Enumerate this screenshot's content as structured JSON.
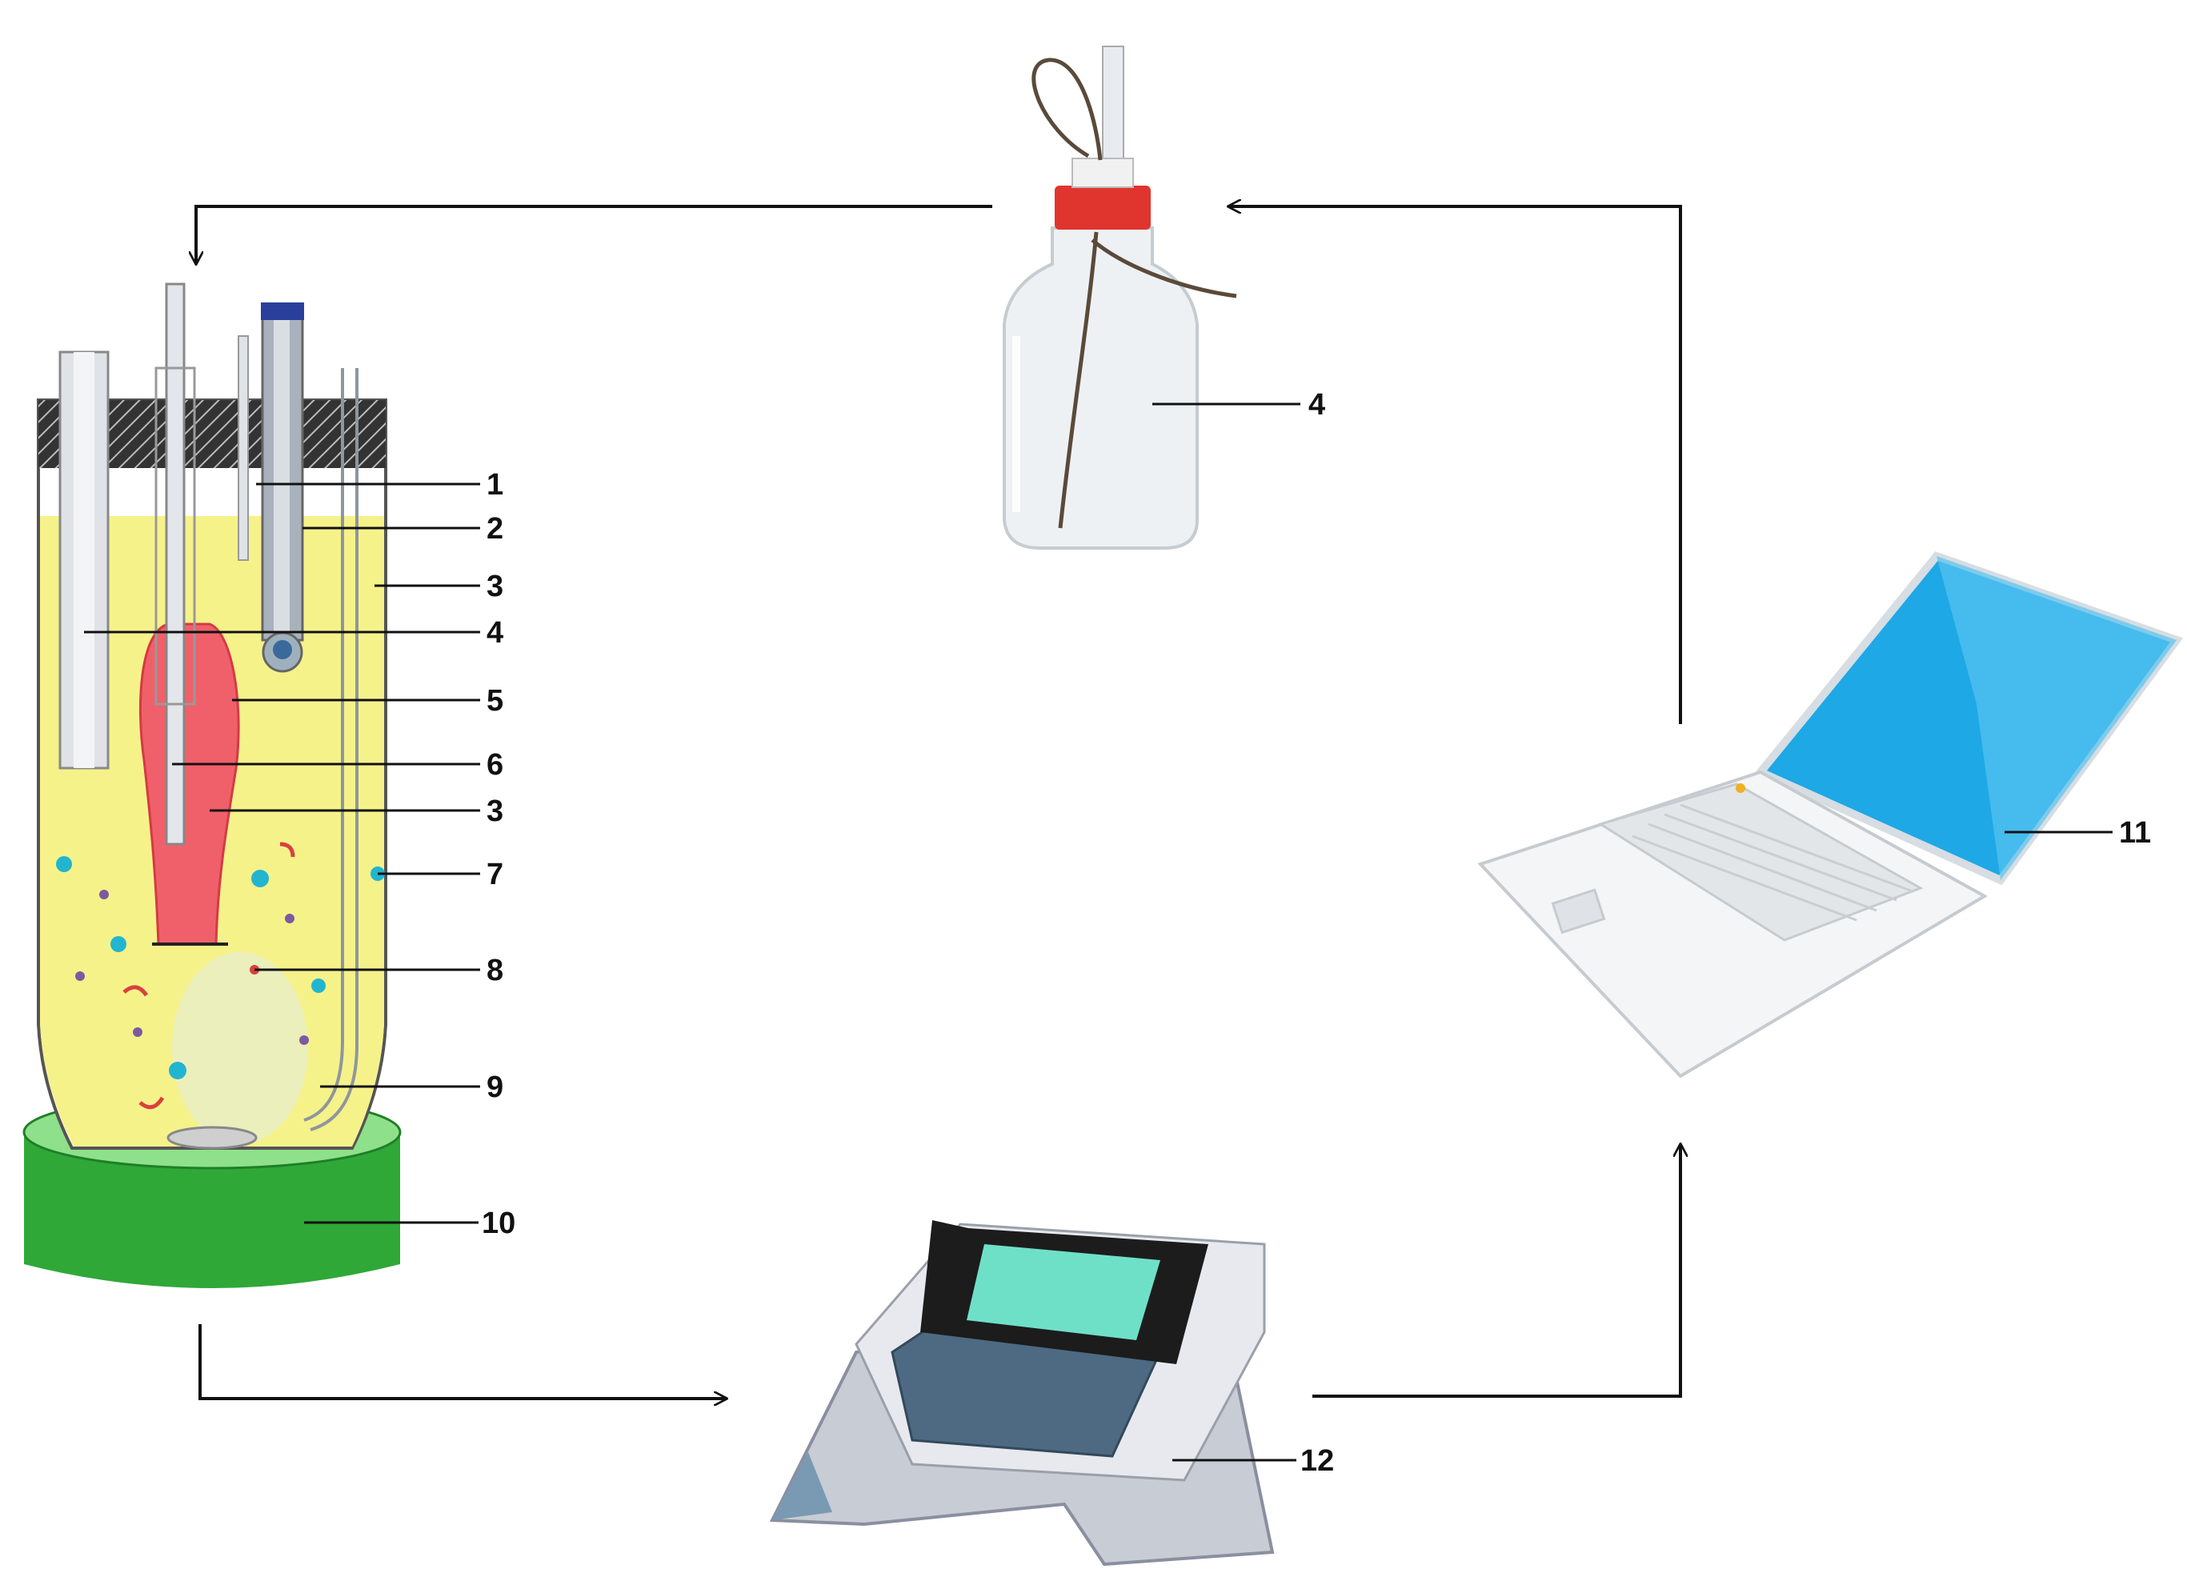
{
  "callouts": [
    {
      "id": "c1",
      "text": "1"
    },
    {
      "id": "c2",
      "text": "2"
    },
    {
      "id": "c3a",
      "text": "3"
    },
    {
      "id": "c4a",
      "text": "4"
    },
    {
      "id": "c5",
      "text": "5"
    },
    {
      "id": "c6",
      "text": "6"
    },
    {
      "id": "c3b",
      "text": "3"
    },
    {
      "id": "c7",
      "text": "7"
    },
    {
      "id": "c8",
      "text": "8"
    },
    {
      "id": "c9",
      "text": "9"
    },
    {
      "id": "c10",
      "text": "10"
    },
    {
      "id": "c4b",
      "text": "4"
    },
    {
      "id": "c11",
      "text": "11"
    },
    {
      "id": "c12",
      "text": "12"
    }
  ],
  "colors": {
    "medium": "#f6f28a",
    "biofilm": "#f0606a",
    "stirrer": "#35b83e",
    "bottle_cap": "#e0352e",
    "laptop_screen": "#1ea8e6",
    "meter_display": "#6fe0c8",
    "meter_keypad": "#4d6a82"
  }
}
